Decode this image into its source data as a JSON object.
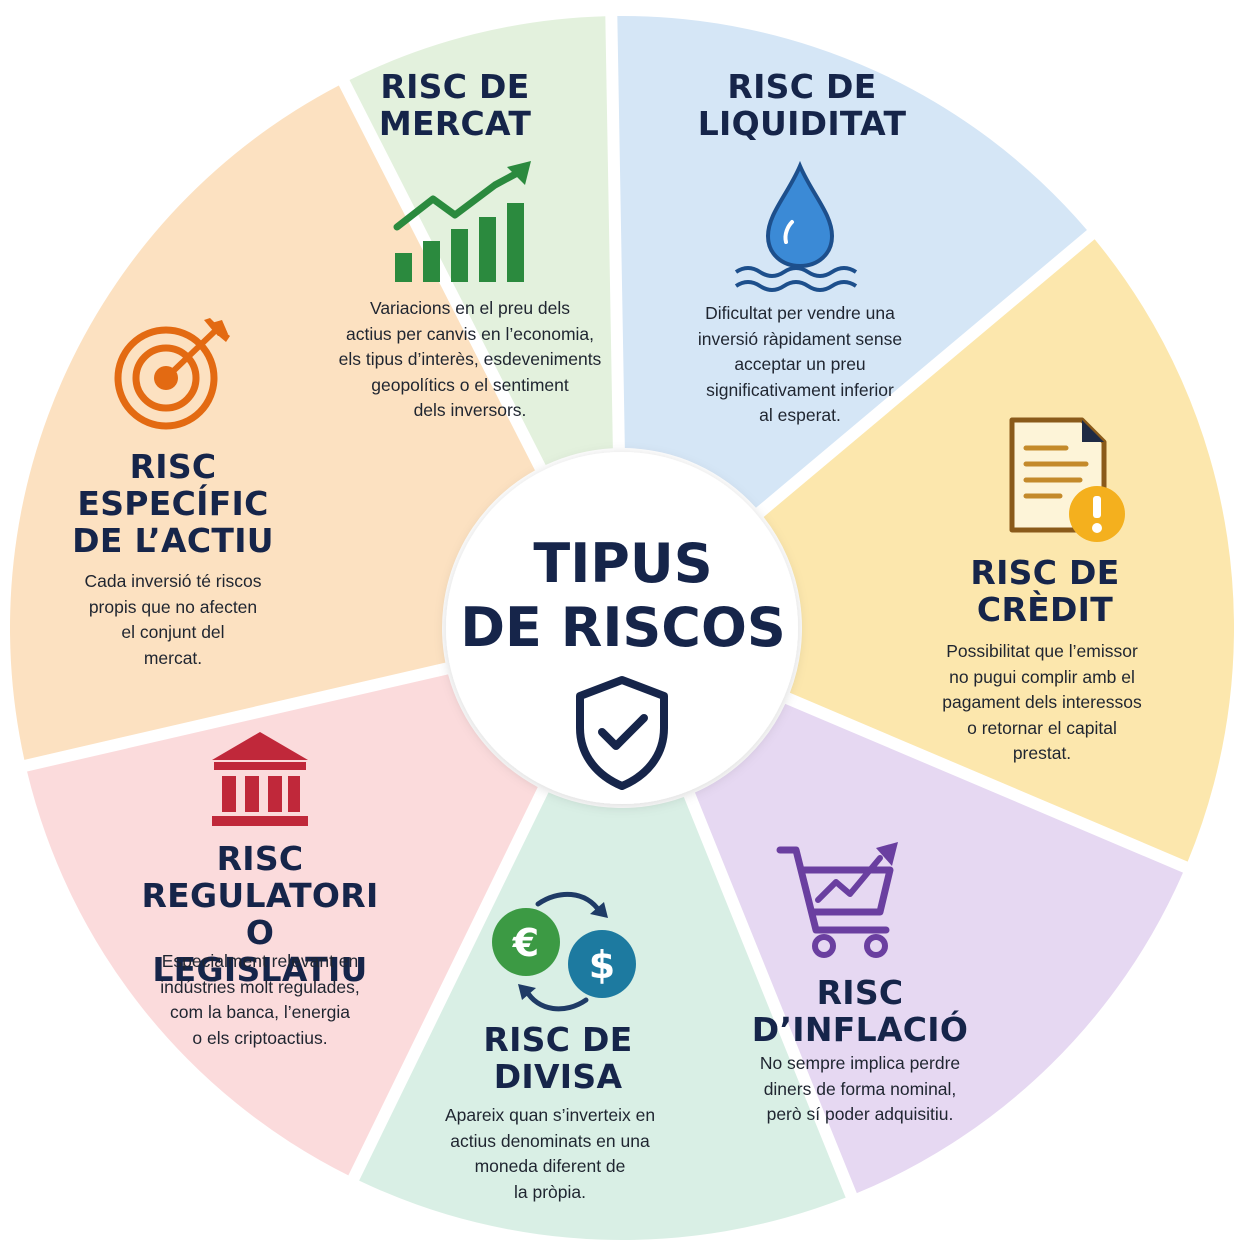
{
  "center": {
    "title_line1": "TIPUS",
    "title_line2": "DE RISCOS",
    "icon": "shield-check-icon"
  },
  "colors": {
    "mercat": "#e3f1dd",
    "liquiditat": "#d5e6f6",
    "credit": "#fce7ad",
    "inflacio": "#e6d8f2",
    "divisa": "#d9efe5",
    "regulatori": "#fbdbdc",
    "especific": "#fce1c1",
    "navy": "#16254a"
  },
  "segments": [
    {
      "id": "mercat",
      "title_lines": [
        "RISC DE",
        "MERCAT"
      ],
      "icon": "rising-bar-chart-icon",
      "desc_lines": [
        "Variacions en el preu dels",
        "actius per canvis en l’economia,",
        "els tipus d’interès, esdeveniments",
        "geopolítics o el sentiment",
        "dels inversors."
      ]
    },
    {
      "id": "liquiditat",
      "title_lines": [
        "RISC DE",
        "LIQUIDITAT"
      ],
      "icon": "water-drop-icon",
      "desc_lines": [
        "Dificultat per vendre una",
        "inversió ràpidament sense",
        "acceptar un preu",
        "significativament inferior",
        "al esperat."
      ]
    },
    {
      "id": "credit",
      "title_lines": [
        "RISC DE",
        "CRÈDIT"
      ],
      "icon": "document-alert-icon",
      "desc_lines": [
        "Possibilitat que l’emissor",
        "no pugui complir amb el",
        "pagament dels interessos",
        "o retornar el capital",
        "prestat."
      ]
    },
    {
      "id": "inflacio",
      "title_lines": [
        "RISC",
        "D’INFLACIÓ"
      ],
      "icon": "shopping-cart-trend-icon",
      "desc_lines": [
        "No sempre implica perdre",
        "diners de forma nominal,",
        "però sí poder adquisitiu."
      ]
    },
    {
      "id": "divisa",
      "title_lines": [
        "RISC DE",
        "DIVISA"
      ],
      "icon": "currency-exchange-icon",
      "desc_lines": [
        "Apareix quan s’inverteix en",
        "actius denominats en una",
        "moneda diferent de",
        "la pròpia."
      ]
    },
    {
      "id": "regulatori",
      "title_lines": [
        "RISC",
        "REGULATORI O",
        "LEGISLATIU"
      ],
      "icon": "government-building-icon",
      "desc_lines": [
        "Especialment relevant en",
        "indústries molt regulades,",
        "com la banca, l’energia",
        "o els criptoactius."
      ]
    },
    {
      "id": "especific",
      "title_lines": [
        "RISC",
        "ESPECÍFIC",
        "DE L’ACTIU"
      ],
      "icon": "target-arrow-icon",
      "desc_lines": [
        "Cada inversió té riscos",
        "propis que no afecten",
        "el conjunt del",
        "mercat."
      ]
    }
  ],
  "currency_symbols": {
    "euro": "€",
    "dollar": "$"
  }
}
